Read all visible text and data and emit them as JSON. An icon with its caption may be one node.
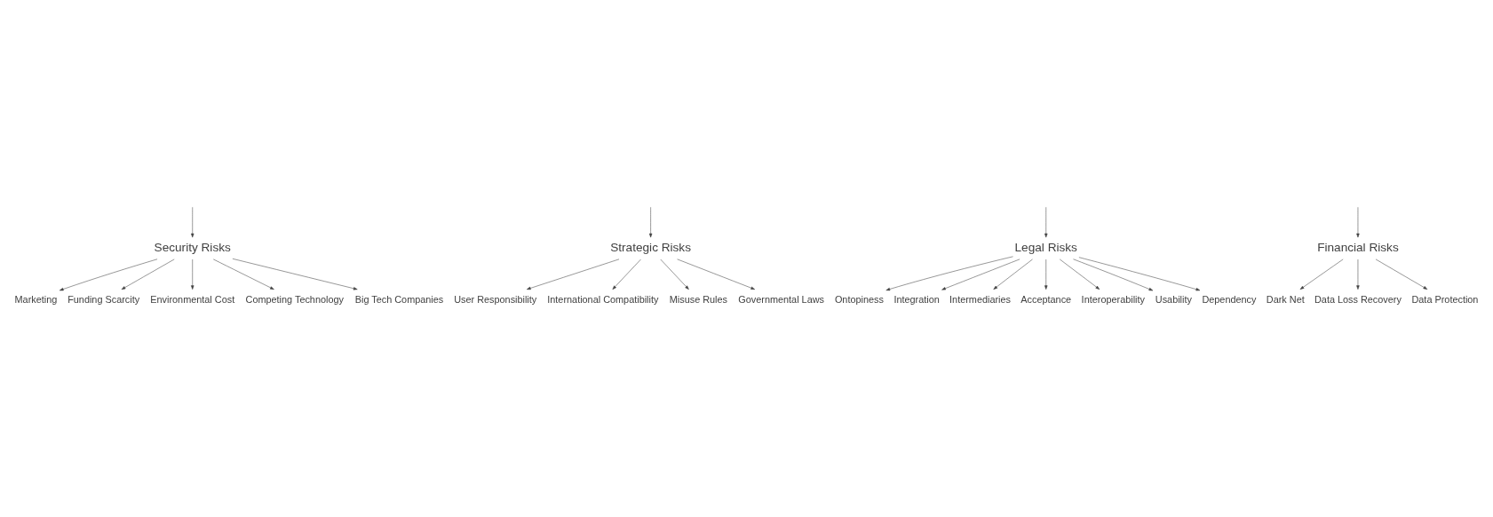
{
  "diagram": {
    "nodes": [
      {
        "text": [
          "Security Risks"
        ]
      },
      {
        "text": [
          "Strategic Risks"
        ]
      },
      {
        "text": [
          "Legal Risks"
        ]
      },
      {
        "text": [
          "Financial Risks"
        ]
      },
      {
        "text": [
          "Marketing"
        ]
      },
      {
        "text": [
          "Funding Scarcity"
        ]
      },
      {
        "text": [
          "Environmental Cost"
        ]
      },
      {
        "text": [
          "Competing Technology"
        ]
      },
      {
        "text": [
          "Big Tech Companies"
        ]
      },
      {
        "text": [
          "User Responsibility"
        ]
      },
      {
        "text": [
          "International Compatibility"
        ]
      },
      {
        "text": [
          "Misuse Rules"
        ]
      },
      {
        "text": [
          "Governmental Laws"
        ]
      },
      {
        "text": [
          "Ontopiness"
        ]
      },
      {
        "text": [
          "Integration"
        ]
      },
      {
        "text": [
          "Intermediaries"
        ]
      },
      {
        "text": [
          "Acceptance"
        ]
      },
      {
        "text": [
          "Interoperability"
        ]
      },
      {
        "text": [
          "Usability"
        ]
      },
      {
        "text": [
          "Dependency"
        ]
      },
      {
        "text": [
          "Dark Net"
        ]
      },
      {
        "text": [
          "Data Loss Recovery"
        ]
      },
      {
        "text": [
          "Data Protection"
        ]
      }
    ],
    "edges": [
      {
        "from": null,
        "to": 0,
        "arrow": "to"
      },
      {
        "from": null,
        "to": 1,
        "arrow": "to"
      },
      {
        "from": null,
        "to": 2,
        "arrow": "to"
      },
      {
        "from": null,
        "to": 3,
        "arrow": "to"
      },
      {
        "from": 0,
        "to": 4,
        "arrow": "to"
      },
      {
        "from": 0,
        "to": 5,
        "arrow": "to"
      },
      {
        "from": 0,
        "to": 6,
        "arrow": "to"
      },
      {
        "from": 0,
        "to": 7,
        "arrow": "to"
      },
      {
        "from": 0,
        "to": 8,
        "arrow": "to"
      },
      {
        "from": 1,
        "to": 9,
        "arrow": "to"
      },
      {
        "from": 1,
        "to": 10,
        "arrow": "to"
      },
      {
        "from": 1,
        "to": 11,
        "arrow": "to"
      },
      {
        "from": 1,
        "to": 12,
        "arrow": "to"
      },
      {
        "from": 2,
        "to": 13,
        "arrow": "to"
      },
      {
        "from": 2,
        "to": 14,
        "arrow": "to"
      },
      {
        "from": 2,
        "to": 15,
        "arrow": "to"
      },
      {
        "from": 2,
        "to": 16,
        "arrow": "to"
      },
      {
        "from": 2,
        "to": 17,
        "arrow": "to"
      },
      {
        "from": 2,
        "to": 18,
        "arrow": "to"
      },
      {
        "from": 2,
        "to": 19,
        "arrow": "to"
      },
      {
        "from": 3,
        "to": 20,
        "arrow": "to"
      },
      {
        "from": 3,
        "to": 21,
        "arrow": "to"
      },
      {
        "from": 3,
        "to": 22,
        "arrow": "to"
      }
    ]
  }
}
